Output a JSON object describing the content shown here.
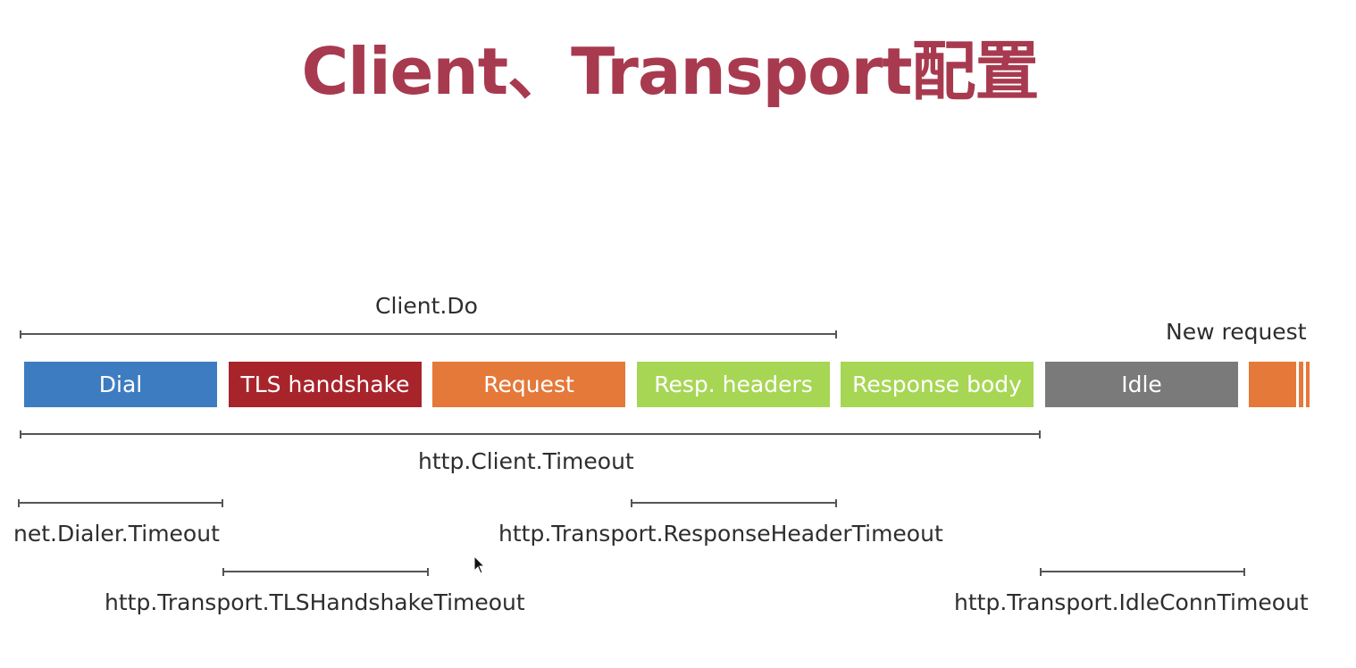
{
  "title": "Client、Transport配置",
  "segments": [
    {
      "label": "Dial",
      "color": "#3d7cc1"
    },
    {
      "label": "TLS handshake",
      "color": "#a8242b"
    },
    {
      "label": "Request",
      "color": "#e5793a"
    },
    {
      "label": "Resp. headers",
      "color": "#a7d655"
    },
    {
      "label": "Response body",
      "color": "#a7d655"
    },
    {
      "label": "Idle",
      "color": "#7a7a7a"
    },
    {
      "label": "",
      "color": "#e5793a"
    }
  ],
  "labels": {
    "client_do": "Client.Do",
    "new_request": "New request",
    "client_timeout": "http.Client.Timeout",
    "dialer_timeout": "net.Dialer.Timeout",
    "response_header_timeout": "http.Transport.ResponseHeaderTimeout",
    "tls_handshake_timeout": "http.Transport.TLSHandshakeTimeout",
    "idle_conn_timeout": "http.Transport.IdleConnTimeout"
  }
}
